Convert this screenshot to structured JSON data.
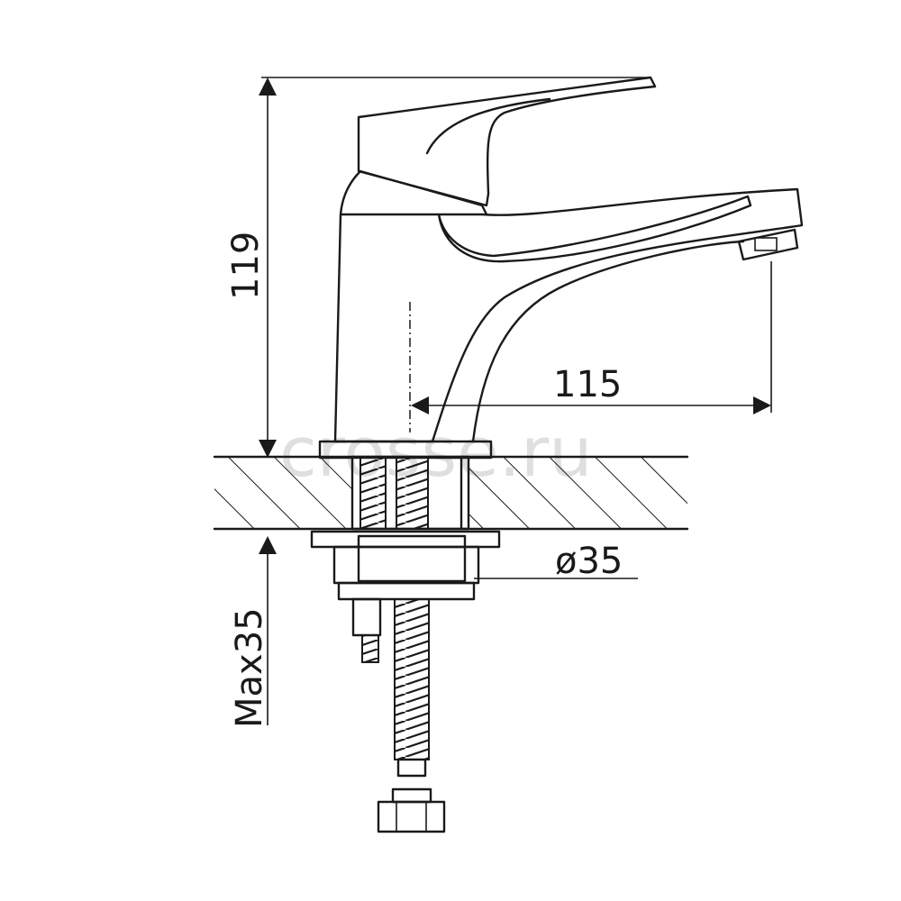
{
  "dimensions": {
    "height": "119",
    "reach": "115",
    "diameter": "ø35",
    "max_thickness": "Max35"
  },
  "watermark": "crosse.ru"
}
